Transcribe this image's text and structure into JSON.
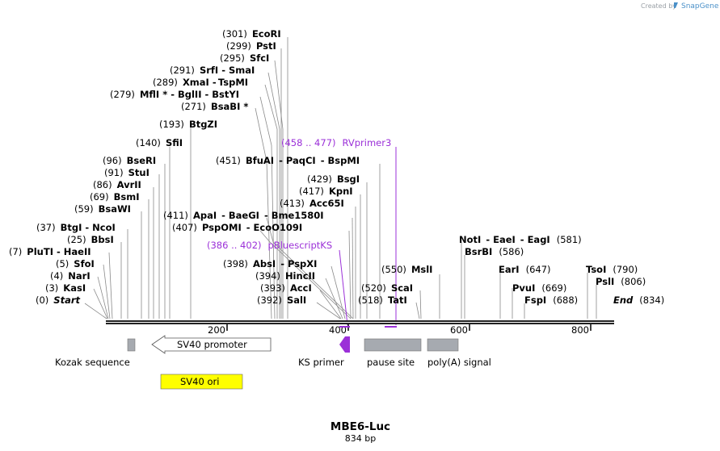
{
  "credit": "Created by",
  "brand": "SnapGene",
  "title": "MBE6-Luc",
  "subtitle": "834 bp",
  "ruler_ticks": [
    "200",
    "400",
    "600",
    "800"
  ],
  "ends": {
    "start_pos": "(0)",
    "start": "Start",
    "end": "End",
    "end_pos": "(834)"
  },
  "sites": [
    {
      "pos": "(301)",
      "names": [
        "EcoRI"
      ]
    },
    {
      "pos": "(299)",
      "names": [
        "PstI"
      ]
    },
    {
      "pos": "(295)",
      "names": [
        "SfcI"
      ]
    },
    {
      "pos": "(291)",
      "names": [
        "SrfI",
        "SmaI"
      ]
    },
    {
      "pos": "(289)",
      "names": [
        "XmaI",
        "TspMI"
      ]
    },
    {
      "pos": "(279)",
      "names": [
        "MflI *",
        "BglII",
        "BstYI"
      ]
    },
    {
      "pos": "(271)",
      "names": [
        "BsaBI *"
      ]
    },
    {
      "pos": "(193)",
      "names": [
        "BtgZI"
      ]
    },
    {
      "pos": "(140)",
      "names": [
        "SfiI"
      ]
    },
    {
      "pos": "(451)",
      "names": [
        "BfuAI",
        "PaqCI",
        "BspMI"
      ]
    },
    {
      "pos": "(96)",
      "names": [
        "BseRI"
      ]
    },
    {
      "pos": "(91)",
      "names": [
        "StuI"
      ]
    },
    {
      "pos": "(86)",
      "names": [
        "AvrII"
      ]
    },
    {
      "pos": "(69)",
      "names": [
        "BsmI"
      ]
    },
    {
      "pos": "(59)",
      "names": [
        "BsaWI"
      ]
    },
    {
      "pos": "(37)",
      "names": [
        "BtgI",
        "NcoI"
      ]
    },
    {
      "pos": "(25)",
      "names": [
        "BbsI"
      ]
    },
    {
      "pos": "(7)",
      "names": [
        "PluTI",
        "HaeII"
      ]
    },
    {
      "pos": "(5)",
      "names": [
        "SfoI"
      ]
    },
    {
      "pos": "(4)",
      "names": [
        "NarI"
      ]
    },
    {
      "pos": "(3)",
      "names": [
        "KasI"
      ]
    },
    {
      "pos": "(429)",
      "names": [
        "BsgI"
      ]
    },
    {
      "pos": "(417)",
      "names": [
        "KpnI"
      ]
    },
    {
      "pos": "(413)",
      "names": [
        "Acc65I"
      ]
    },
    {
      "pos": "(411)",
      "names": [
        "ApaI",
        "BaeGI",
        "Bme1580I"
      ]
    },
    {
      "pos": "(407)",
      "names": [
        "PspOMI",
        "EcoO109I"
      ]
    },
    {
      "pos": "(398)",
      "names": [
        "AbsI",
        "PspXI"
      ]
    },
    {
      "pos": "(394)",
      "names": [
        "HincII"
      ]
    },
    {
      "pos": "(393)",
      "names": [
        "AccI"
      ]
    },
    {
      "pos": "(392)",
      "names": [
        "SalI"
      ]
    },
    {
      "pos": "(550)",
      "names": [
        "MslI"
      ]
    },
    {
      "pos": "(520)",
      "names": [
        "ScaI"
      ]
    },
    {
      "pos": "(518)",
      "names": [
        "TatI"
      ]
    },
    {
      "pos": "(581)",
      "names": [
        "NotI",
        "EaeI",
        "EagI"
      ]
    },
    {
      "pos": "(586)",
      "names": [
        "BsrBI"
      ]
    },
    {
      "pos": "(647)",
      "names": [
        "EarI"
      ]
    },
    {
      "pos": "(669)",
      "names": [
        "PvuI"
      ]
    },
    {
      "pos": "(688)",
      "names": [
        "FspI"
      ]
    },
    {
      "pos": "(790)",
      "names": [
        "TsoI"
      ]
    },
    {
      "pos": "(806)",
      "names": [
        "PslI"
      ]
    }
  ],
  "primers": [
    {
      "range": "(458 .. 477)",
      "name": "RVprimer3"
    },
    {
      "range": "(386 .. 402)",
      "name": "pBluescriptKS"
    }
  ],
  "features": [
    {
      "name": "Kozak sequence"
    },
    {
      "name": "SV40 promoter"
    },
    {
      "name": "SV40 ori"
    },
    {
      "name": "KS primer"
    },
    {
      "name": "pause site"
    },
    {
      "name": "poly(A) signal"
    }
  ],
  "colors": {
    "primer": "#9b30d8",
    "feature_gray": "#a6aab0",
    "ori_yellow": "#ffff00",
    "primer_feature": "#9b30d8",
    "brand": "#4a90c8"
  }
}
